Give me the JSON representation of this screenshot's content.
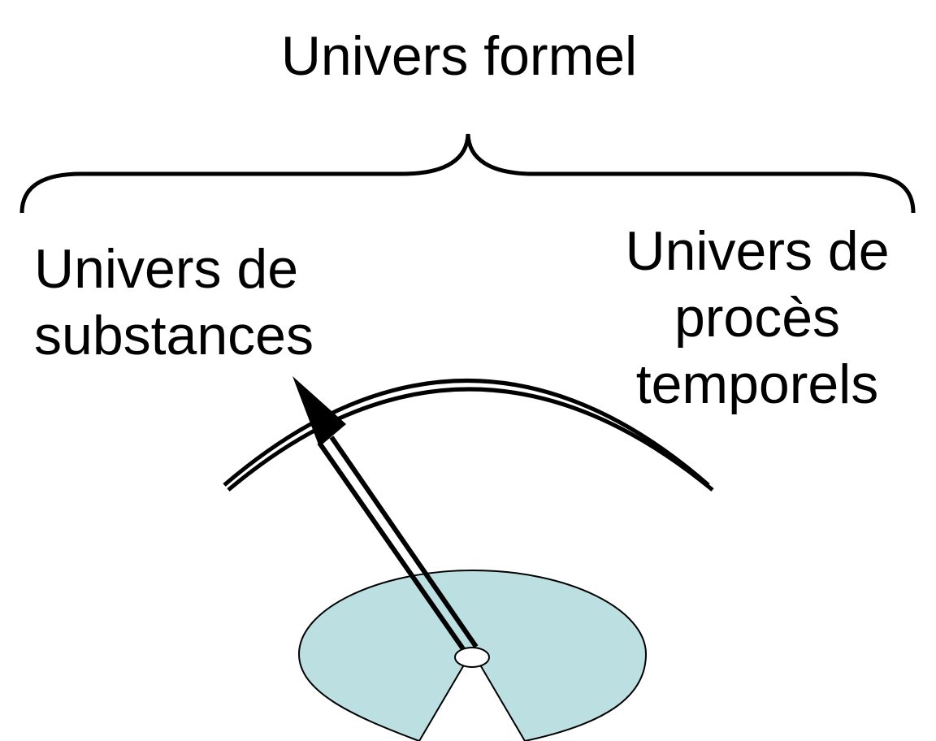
{
  "diagram": {
    "title": "Univers formel",
    "left_label": [
      "Univers de",
      "substances"
    ],
    "right_label": [
      "Univers de",
      "procès",
      "temporels"
    ],
    "colors": {
      "stroke": "#000000",
      "disc_fill": "#bcdfe2",
      "background": "#ffffff"
    }
  }
}
